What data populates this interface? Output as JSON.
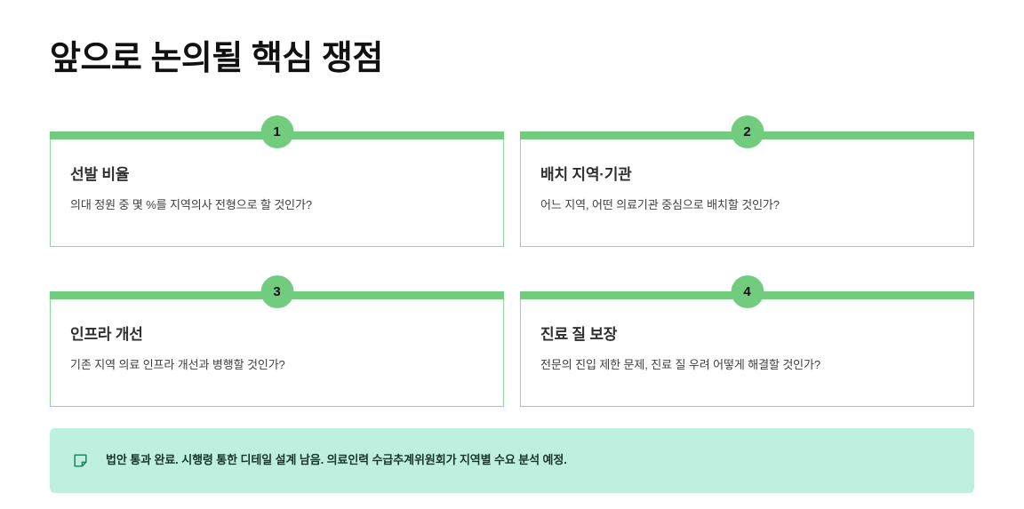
{
  "page": {
    "title": "앞으로 논의될 핵심 쟁점",
    "background_color": "#ffffff",
    "accent_color": "#72CC7E",
    "border_color": "#8ED89A",
    "footer_background_color": "#BFF0DF"
  },
  "cards": [
    {
      "badge": "1",
      "title": "선발 비율",
      "desc": "의대 정원 중 몇 %를 지역의사 전형으로 할 것인가?"
    },
    {
      "badge": "2",
      "title": "배치 지역·기관",
      "desc": "어느 지역, 어떤 의료기관 중심으로 배치할 것인가?"
    },
    {
      "badge": "3",
      "title": "인프라 개선",
      "desc": "기존 지역 의료 인프라 개선과 병행할 것인가?"
    },
    {
      "badge": "4",
      "title": "진료 질 보장",
      "desc": "전문의 진입 제한 문제, 진료 질 우려 어떻게 해결할 것인가?"
    }
  ],
  "footer": {
    "icon": "sticky-note-icon",
    "text": "법안 통과 완료. 시행령 통한 디테일 설계 남음. 의료인력 수급추계위원회가 지역별 수요 분석 예정."
  }
}
